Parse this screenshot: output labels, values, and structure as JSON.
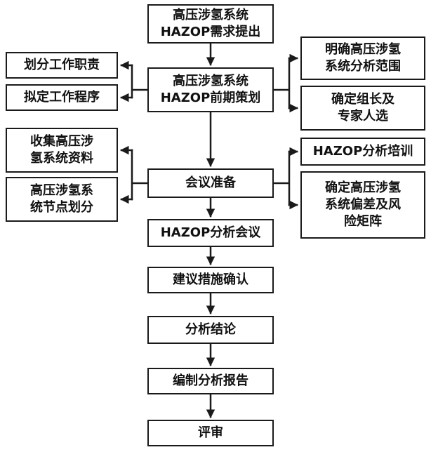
{
  "diagram": {
    "type": "flowchart",
    "language": "zh-CN",
    "topic": "高压涉氢系统HAZOP分析流程"
  },
  "nodes": {
    "req": {
      "label": "高压涉氢系统\nHAZOP需求提出"
    },
    "plan": {
      "label": "高压涉氢系统\nHAZOP前期策划"
    },
    "prep": {
      "label": "会议准备"
    },
    "meeting": {
      "label": "HAZOP分析会议"
    },
    "measures": {
      "label": "建议措施确认"
    },
    "conclusion": {
      "label": "分析结论"
    },
    "report": {
      "label": "编制分析报告"
    },
    "review": {
      "label": "评审"
    },
    "duty": {
      "label": "划分工作职责"
    },
    "procedure": {
      "label": "拟定工作程序"
    },
    "collect": {
      "label": "收集高压涉\n氢系统资料"
    },
    "nodesplit": {
      "label": "高压涉氢系\n统节点划分"
    },
    "scope": {
      "label": "明确高压涉氢\n系统分析范围"
    },
    "leader": {
      "label": "确定组长及\n专家人选"
    },
    "training": {
      "label": "HAZOP分析培训"
    },
    "deviation": {
      "label": "确定高压涉氢\n系统偏差及风\n险矩阵"
    }
  },
  "colors": {
    "line": "#1a1a1a",
    "box_border": "#1a1a1a",
    "box_bg": "#ffffff",
    "text": "#111111",
    "background": "#ffffff"
  },
  "edges": [
    "req -> plan",
    "plan -> duty",
    "plan -> procedure",
    "plan -> scope",
    "plan -> leader",
    "plan -> prep",
    "prep -> collect",
    "prep -> nodesplit",
    "prep -> training",
    "prep -> deviation",
    "prep -> meeting",
    "meeting -> measures",
    "measures -> conclusion",
    "conclusion -> report",
    "report -> review"
  ]
}
